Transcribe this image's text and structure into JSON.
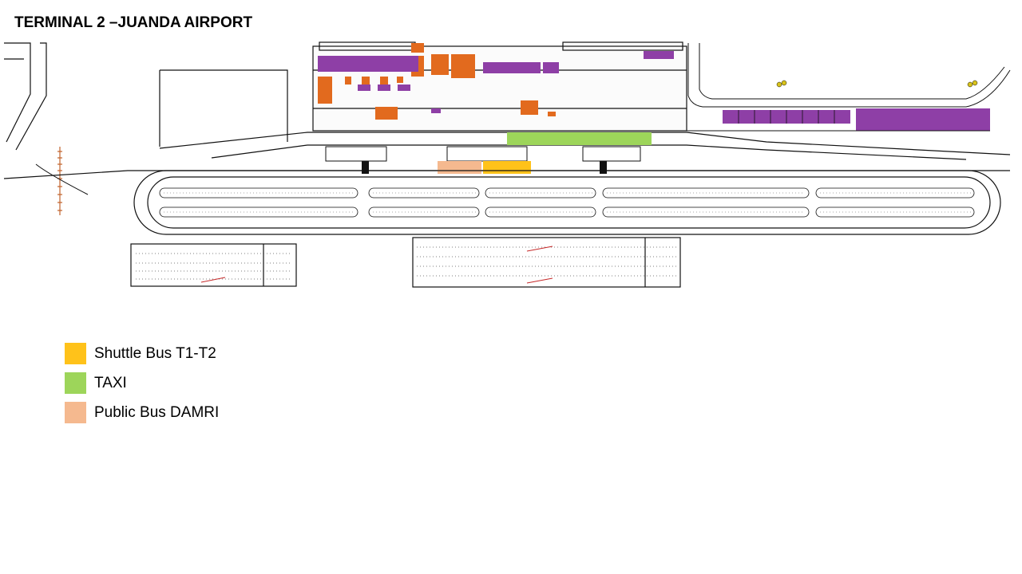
{
  "title": "TERMINAL 2 –JUANDA AIRPORT",
  "legend": [
    {
      "label": "Shuttle Bus T1-T2",
      "color": "#ffc21a"
    },
    {
      "label": "TAXI",
      "color": "#9dd55a"
    },
    {
      "label": "Public Bus DAMRI",
      "color": "#f5b98f"
    }
  ],
  "colors": {
    "orange_rooms": "#e26a1e",
    "purple_rooms": "#8e3fa6",
    "lines": "#111111",
    "background": "#ffffff"
  }
}
